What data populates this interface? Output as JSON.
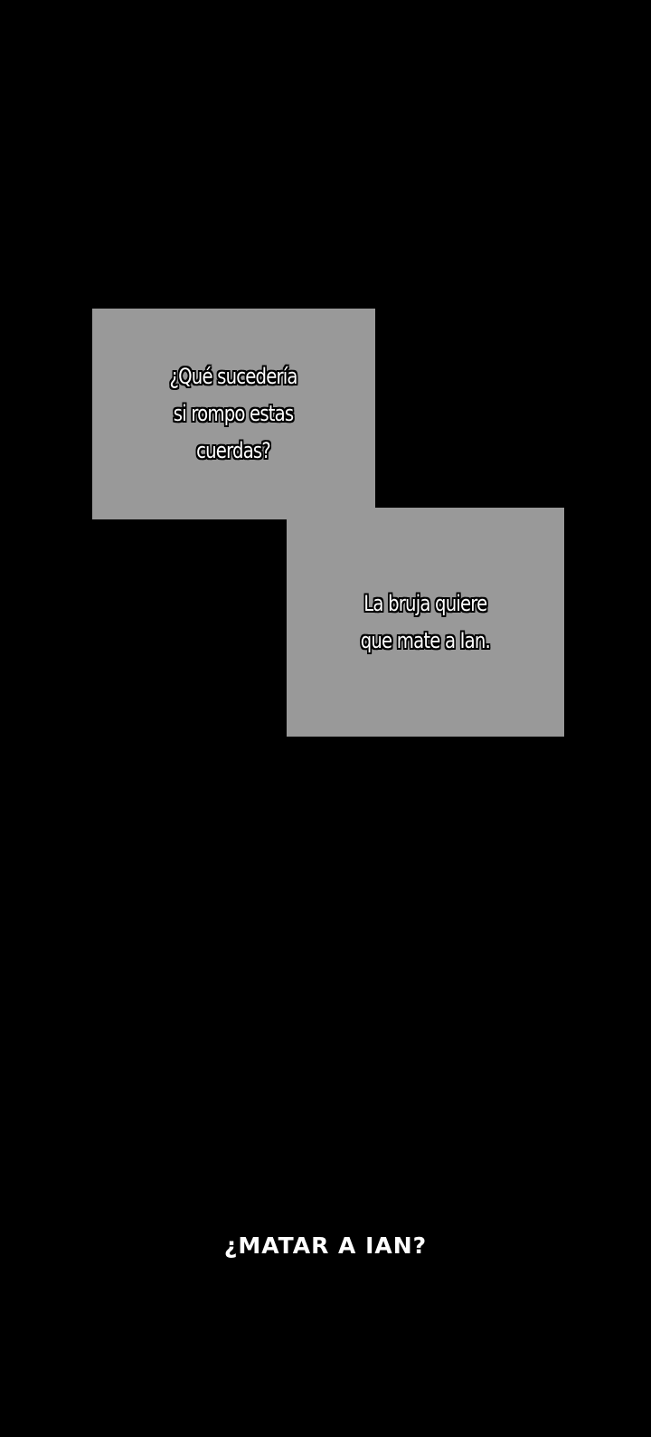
{
  "captions": [
    {
      "lines": [
        "¿Qué sucedería",
        "si rompo estas",
        "cuerdas?"
      ]
    },
    {
      "lines": [
        "La bruja quiere",
        "que mate a Ian."
      ]
    }
  ],
  "narration": "¿MATAR A IAN?",
  "colors": {
    "background": "#000000",
    "caption_box": "#999999",
    "text": "#ffffff",
    "text_outline": "#000000"
  }
}
